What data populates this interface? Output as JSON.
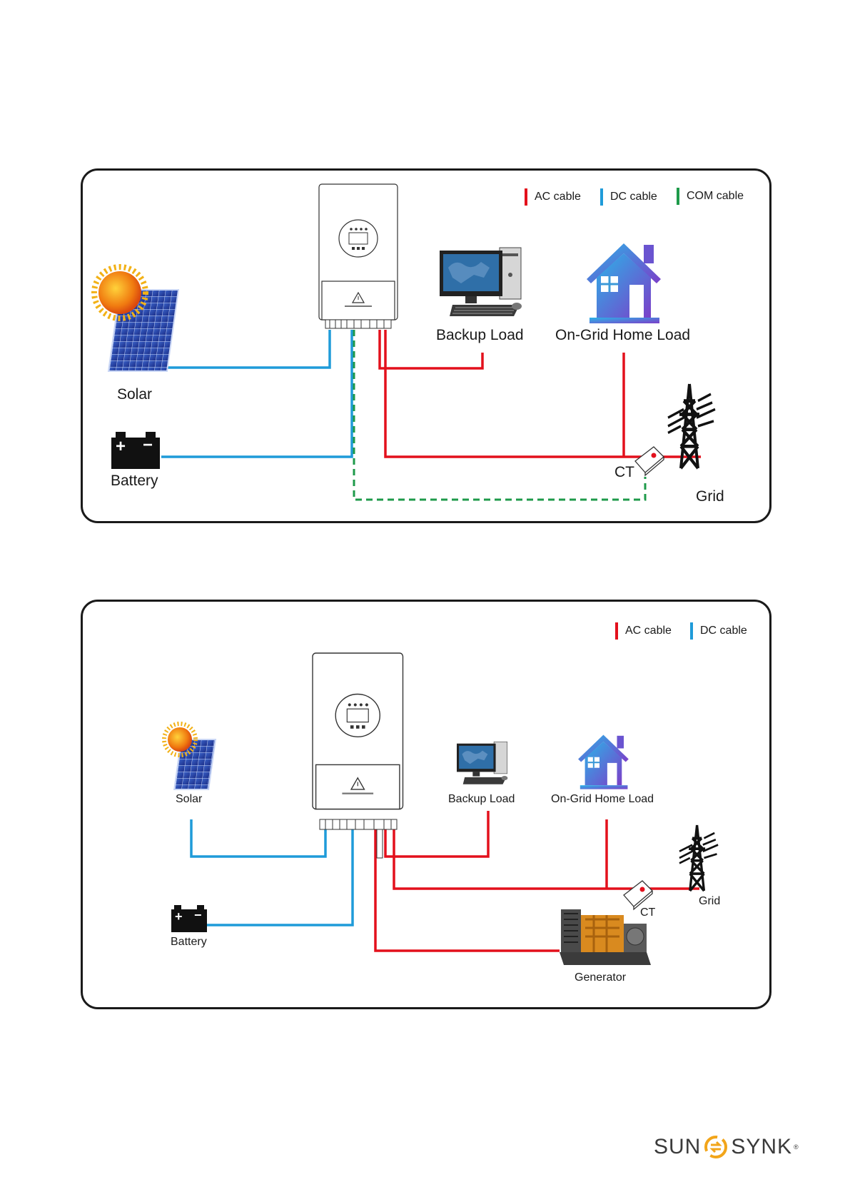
{
  "colors": {
    "ac_cable": "#e3101c",
    "dc_cable": "#1f9bd9",
    "com_cable": "#1e9a4a",
    "frame": "#1a1a1a",
    "logo_accent": "#f2a51a"
  },
  "diagram1": {
    "legend": {
      "ac": "AC cable",
      "dc": "DC cable",
      "com": "COM cable"
    },
    "labels": {
      "solar": "Solar",
      "battery": "Battery",
      "backup_load": "Backup Load",
      "home_load": "On-Grid Home Load",
      "ct": "CT",
      "grid": "Grid"
    },
    "battery_symbols": {
      "plus": "+",
      "minus": "−"
    }
  },
  "diagram2": {
    "legend": {
      "ac": "AC cable",
      "dc": "DC cable"
    },
    "labels": {
      "solar": "Solar",
      "battery": "Battery",
      "backup_load": "Backup Load",
      "home_load": "On-Grid Home Load",
      "ct": "CT",
      "grid": "Grid",
      "generator": "Generator"
    },
    "battery_symbols": {
      "plus": "+",
      "minus": "−"
    }
  },
  "logo": {
    "left": "SUN",
    "right": "SYNK",
    "mark": "®"
  },
  "icons": [
    "solar-panel-icon",
    "sun-icon",
    "battery-icon",
    "inverter-icon",
    "computer-icon",
    "house-icon",
    "ct-sensor-icon",
    "pylon-icon",
    "generator-icon",
    "warning-icon"
  ]
}
